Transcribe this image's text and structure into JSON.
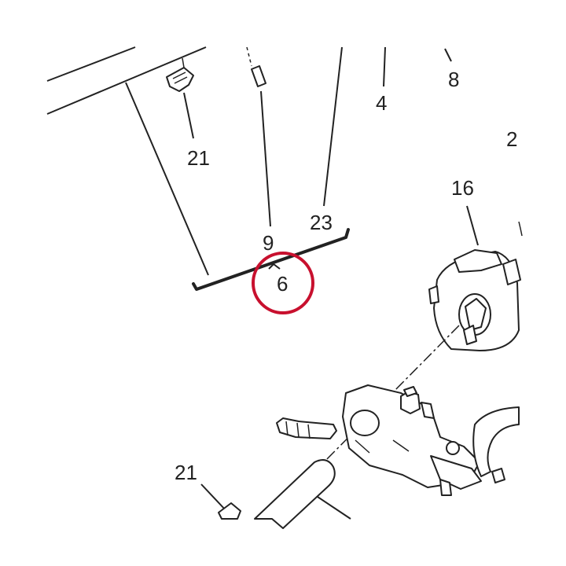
{
  "labels": {
    "l21a": "21",
    "l9": "9",
    "l23": "23",
    "l4": "4",
    "l8": "8",
    "l2": "2",
    "l16": "16",
    "l6": "6",
    "l21b": "21"
  },
  "colors": {
    "highlight_ring": "#c8102e",
    "ink": "#222222"
  }
}
